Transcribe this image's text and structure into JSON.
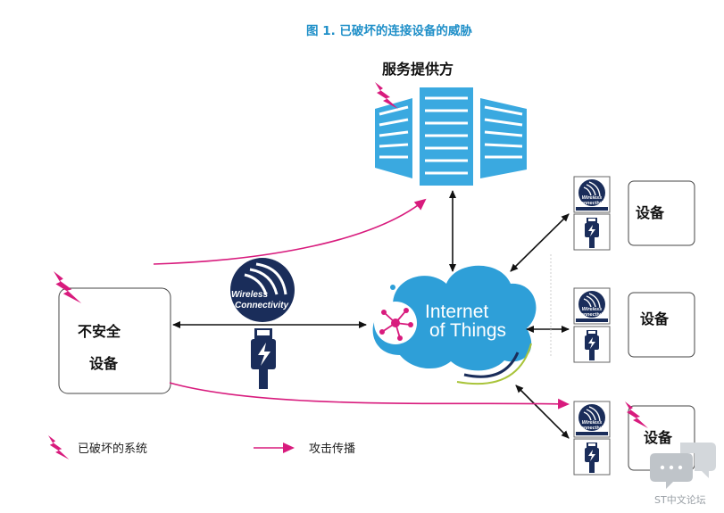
{
  "title": "图 1. 已破坏的连接设备的威胁",
  "service_provider_label": "服务提供方",
  "insecure_device_label_line1": "不安全",
  "insecure_device_label_line2": "设备",
  "device_label": "设备",
  "iot_line1": "Internet",
  "iot_line2": "of Things",
  "wireless_line1": "Wireless",
  "wireless_line2": "Connectivity",
  "legend": {
    "compromised_label": "已破坏的系统",
    "attack_label": "攻击传播"
  },
  "watermark": "ST中文论坛",
  "colors": {
    "title": "#1f8fc8",
    "server": "#3aa9e0",
    "cloud": "#2e9fd8",
    "attack": "#d81b7d",
    "navy": "#1a2d5a"
  }
}
